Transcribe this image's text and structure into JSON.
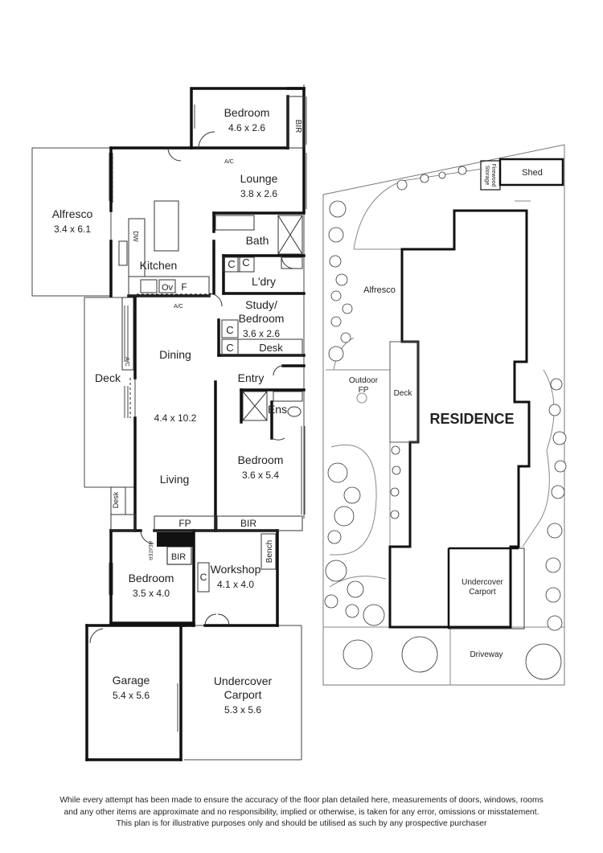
{
  "floorplan": {
    "rooms": {
      "bedroom_top": {
        "name": "Bedroom",
        "dims": "4.6 x 2.6"
      },
      "bir_top": "BIR",
      "lounge": {
        "name": "Lounge",
        "dims": "3.8 x 2.6"
      },
      "alfresco": {
        "name": "Alfresco",
        "dims": "3.4 x 6.1"
      },
      "kitchen": {
        "name": "Kitchen"
      },
      "dw": "DW",
      "oven": "Ov",
      "fridge": "F",
      "ac_1": "A/C",
      "ac_2": "A/C",
      "ac_3": "A/C",
      "bath": {
        "name": "Bath"
      },
      "cupboard_1": "C",
      "cupboard_2": "C",
      "laundry": {
        "name": "L'dry"
      },
      "study": {
        "name_line1": "Study/",
        "name_line2": "Bedroom",
        "dims": "3.6 x 2.6"
      },
      "cupboard_3": "C",
      "cupboard_4": "C",
      "desk_study": "Desk",
      "deck": {
        "name": "Deck"
      },
      "dining": {
        "name": "Dining"
      },
      "dining_living_dims": "4.4 x 10.2",
      "entry": {
        "name": "Entry"
      },
      "ensuite": {
        "name": "Ens"
      },
      "bedroom_mid": {
        "name": "Bedroom",
        "dims": "3.6 x 5.4"
      },
      "living": {
        "name": "Living"
      },
      "desk_side": "Desk",
      "fireplace": "FP",
      "bir_mid": "BIR",
      "heater": "HEATER",
      "bir_low": "BIR",
      "bedroom_low": {
        "name": "Bedroom",
        "dims": "3.5 x 4.0"
      },
      "cupboard_5": "C",
      "workshop": {
        "name": "Workshop",
        "dims": "4.1 x 4.0"
      },
      "bench": "Bench",
      "garage": {
        "name": "Garage",
        "dims": "5.4 x 5.6"
      },
      "carport": {
        "name_line1": "Undercover",
        "name_line2": "Carport",
        "dims": "5.3 x 5.6"
      }
    }
  },
  "siteplan": {
    "shed": "Shed",
    "firewood_line1": "Firewood",
    "firewood_line2": "Storage",
    "alfresco": "Alfresco",
    "outdoor_fp_line1": "Outdoor",
    "outdoor_fp_line2": "FP",
    "deck": "Deck",
    "residence": "RESIDENCE",
    "carport_line1": "Undercover",
    "carport_line2": "Carport",
    "driveway": "Driveway"
  },
  "disclaimer": {
    "line1": "While every attempt has been made to ensure the accuracy of the floor plan detailed here, measurements of doors, windows, rooms",
    "line2": "and any other items are approximate and no responsibility, implied or otherwise, is taken for any error, omissions or misstatement.",
    "line3": "This plan is for illustrative purposes only and should be utilised as such by any prospective purchaser"
  }
}
